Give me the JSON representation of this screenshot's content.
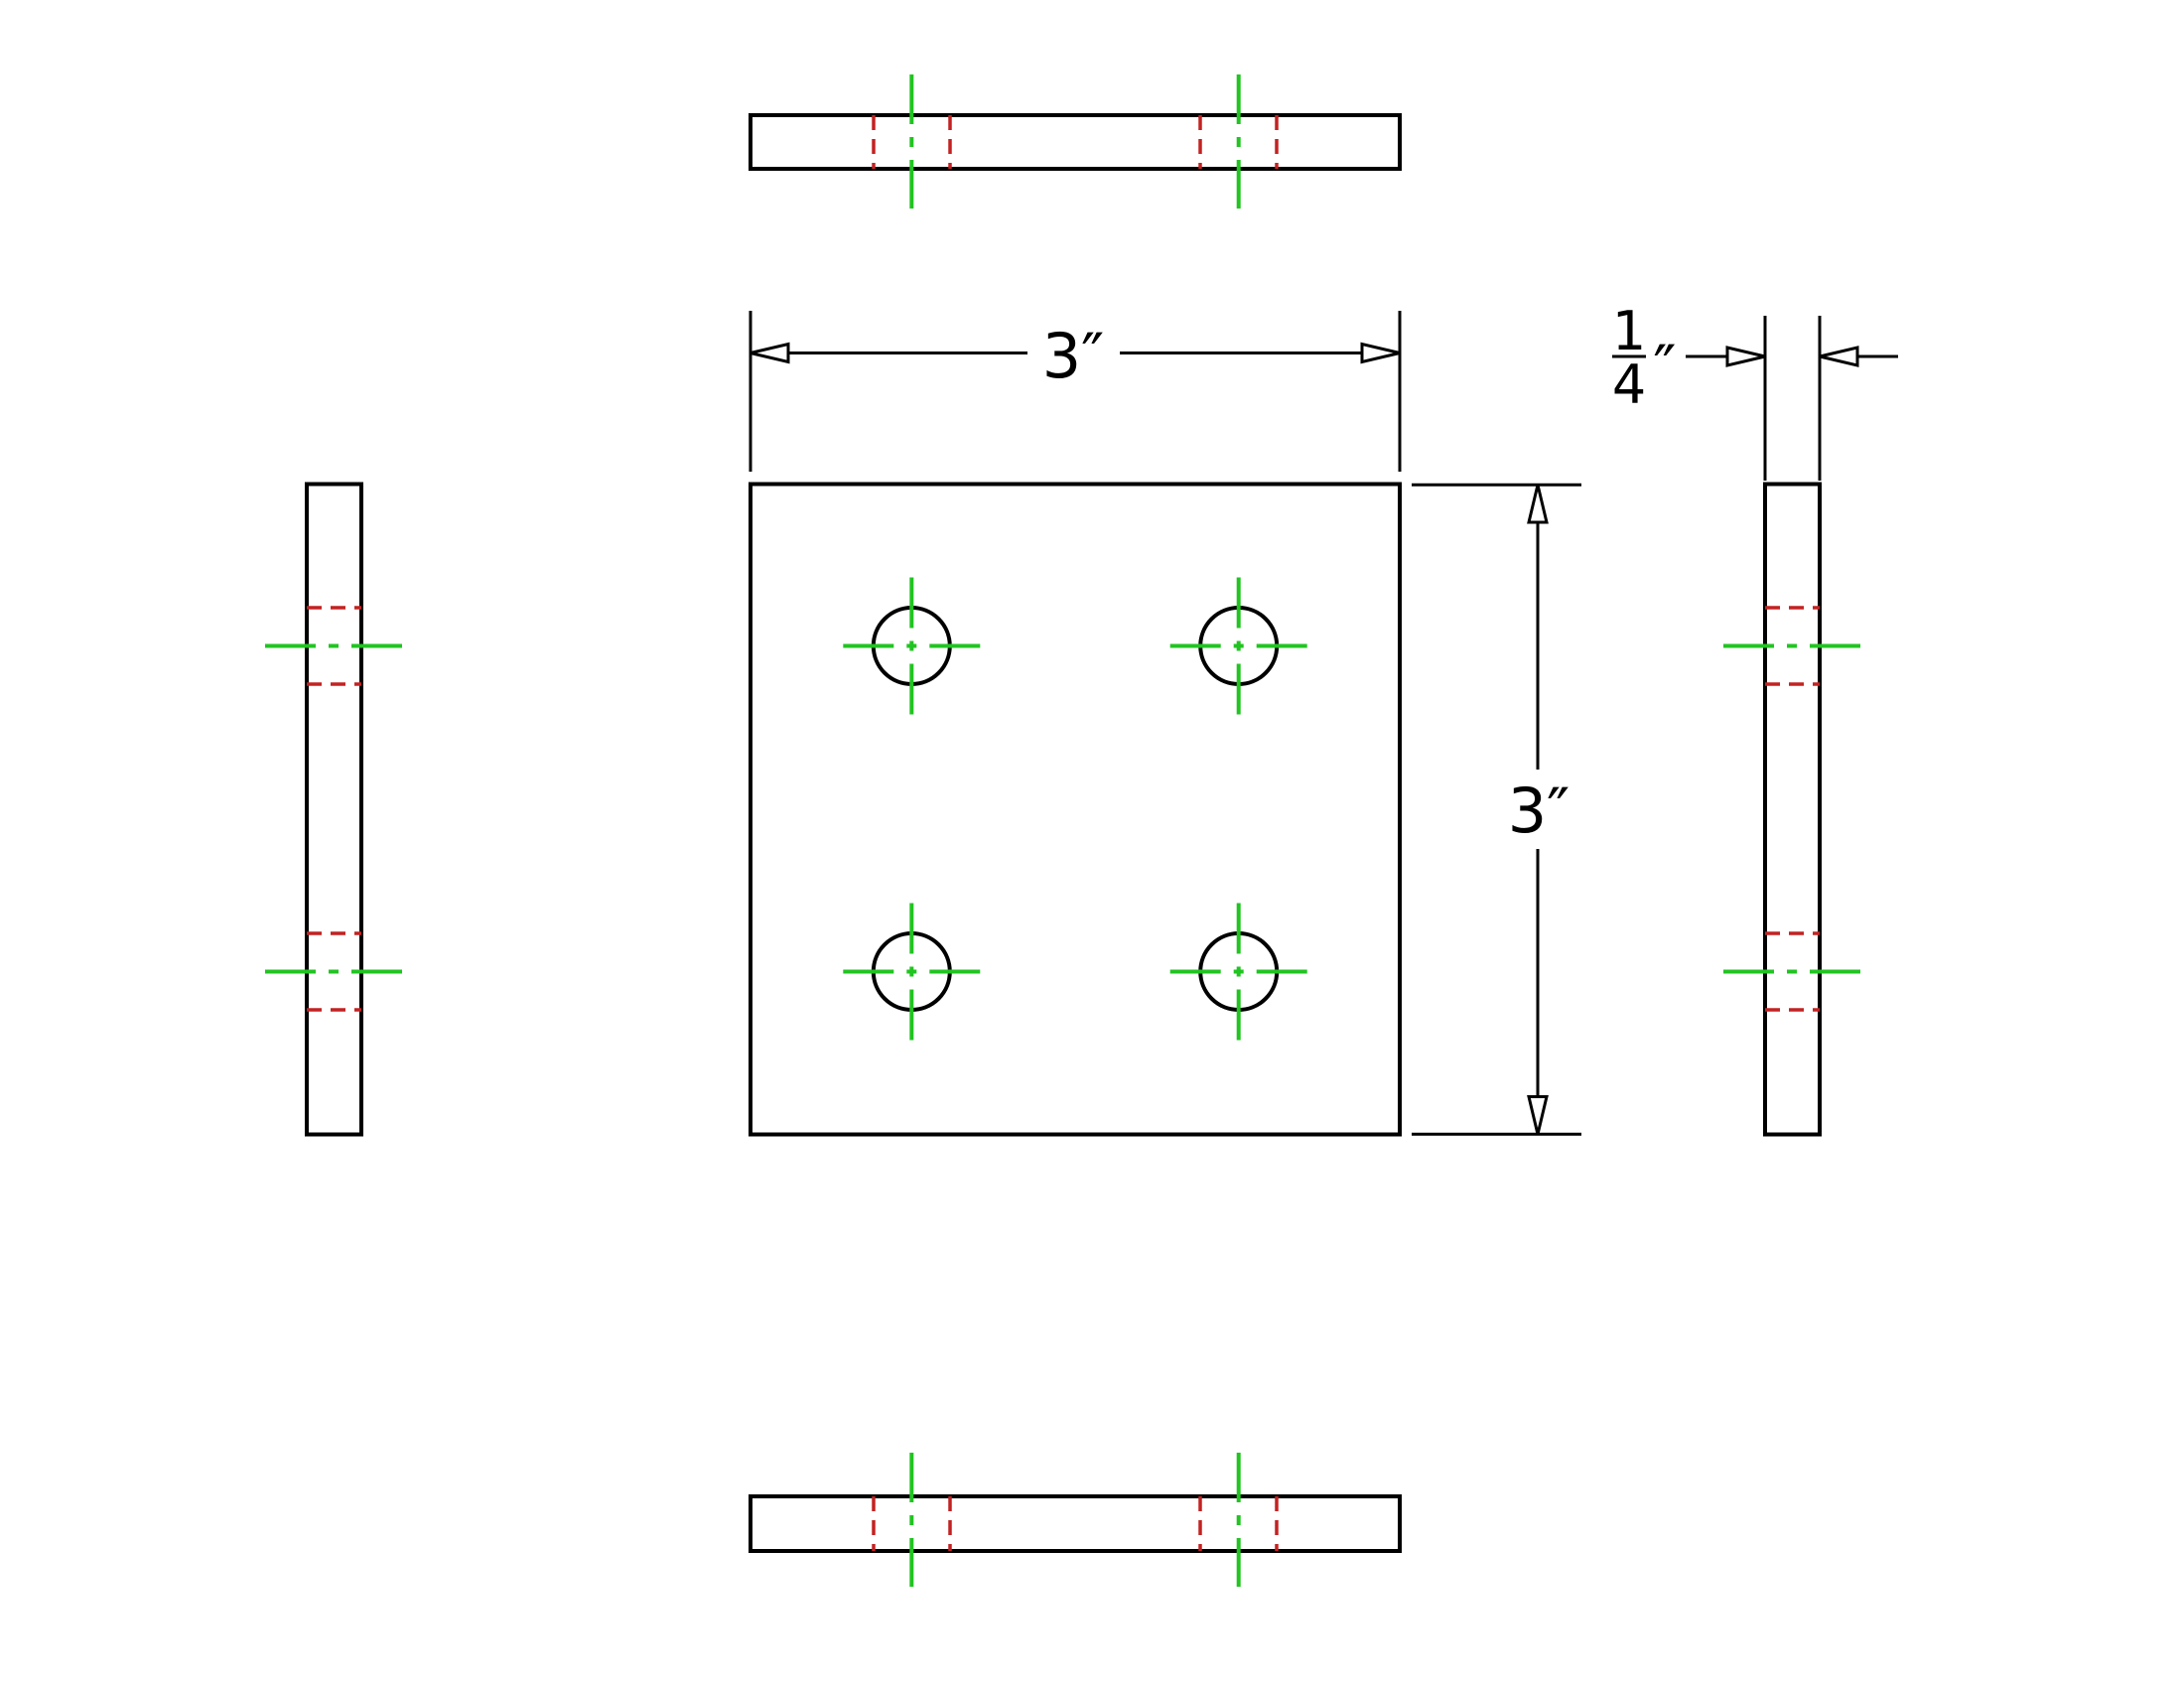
{
  "drawing": {
    "background": "#ffffff",
    "colors": {
      "object_line": "#000000",
      "center_line": "#21c421",
      "hidden_line": "#c32222",
      "dimension_line": "#000000",
      "text": "#000000"
    },
    "dimensions": {
      "width": {
        "label": "3″"
      },
      "height": {
        "label": "3″"
      },
      "thickness": {
        "numerator": "1",
        "denominator": "4",
        "unit": "″"
      }
    }
  }
}
